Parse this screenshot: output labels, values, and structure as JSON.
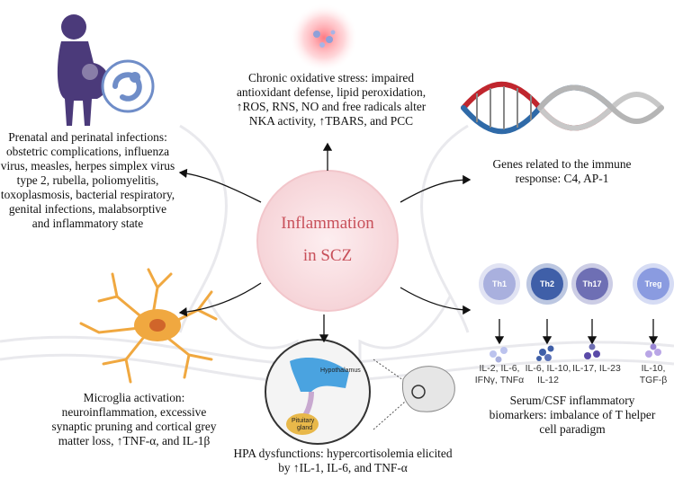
{
  "center": {
    "line1": "Inflammation",
    "line2": "in SCZ"
  },
  "oxidative": {
    "text": "Chronic oxidative stress: impaired antioxidant defense, lipid peroxidation, ↑ROS, RNS, NO and free radicals alter NKA activity, ↑TBARS, and PCC"
  },
  "prenatal": {
    "text": "Prenatal and perinatal infections: obstetric complications, influenza virus, measles, herpes simplex virus type 2, rubella, poliomyelitis, toxoplasmosis, bacterial respiratory, genital infections, malabsorptive and inflammatory state"
  },
  "genes": {
    "text": "Genes related to the immune response: C4, AP-1"
  },
  "microglia": {
    "text": "Microglia activation: neuroinflammation, excessive synaptic pruning and cortical grey matter loss, ↑TNF-α, and IL-1β"
  },
  "hpa": {
    "text": "HPA dysfunctions: hypercortisolemia elicited by ↑IL-1,  IL-6, and TNF-α",
    "hypothalamus": "Hypothalamus",
    "pituitary_line1": "Pituitary",
    "pituitary_line2": "gland"
  },
  "serum": {
    "text": "Serum/CSF inflammatory biomarkers: imbalance of T helper cell paradigm"
  },
  "cells": [
    {
      "name": "Th1",
      "color": "#a9b0de",
      "cytokines": "IL-2, IL-6,\nIFNγ, TNFα"
    },
    {
      "name": "Th2",
      "color": "#3f5fa8",
      "cytokines": "IL-6, IL-10,\nIL-12"
    },
    {
      "name": "Th17",
      "color": "#6e6fb4",
      "cytokines": "IL-17, IL-23"
    },
    {
      "name": "Treg",
      "color": "#8a9be0",
      "cytokines": "IL-10,\nTGF-β"
    }
  ],
  "colors": {
    "pregnant": "#4b3a7a",
    "fetus": "#6f8dc8",
    "dna_red": "#c0262e",
    "dna_blue": "#2f6aa8",
    "microglia": "#f0a840",
    "center_text": "#c8505a"
  }
}
